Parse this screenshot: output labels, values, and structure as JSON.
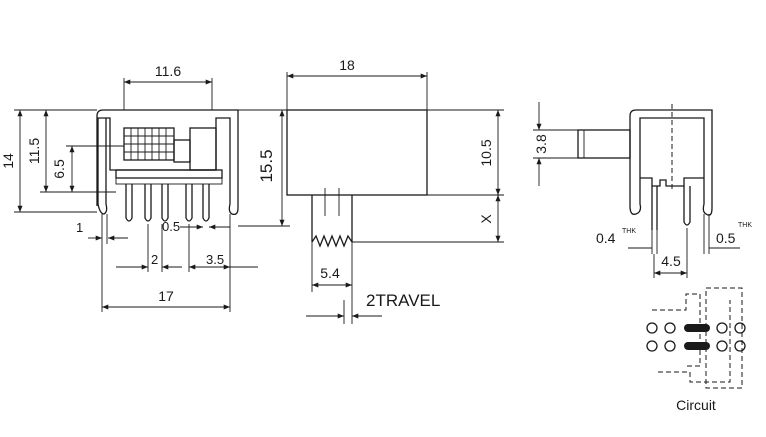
{
  "dimensions": {
    "top_width": "11.6",
    "left_height_total": "14",
    "left_height_inner": "11.5",
    "left_height_knob": "6.5",
    "pin_offset": "1",
    "pin_pitch": "2",
    "pin_gap": "3.5",
    "pin_width": "0.5",
    "base_width": "17",
    "side_width": "18",
    "side_height": "15.5",
    "right_height": "10.5",
    "right_x": "X",
    "actuator_width": "5.4",
    "travel": "2TRAVEL",
    "end_knob": "3.8",
    "thk_left": "0.4",
    "thk_right": "0.5",
    "thk_sup": "THK",
    "end_pin_pitch": "4.5"
  },
  "circuit_label": "Circuit"
}
